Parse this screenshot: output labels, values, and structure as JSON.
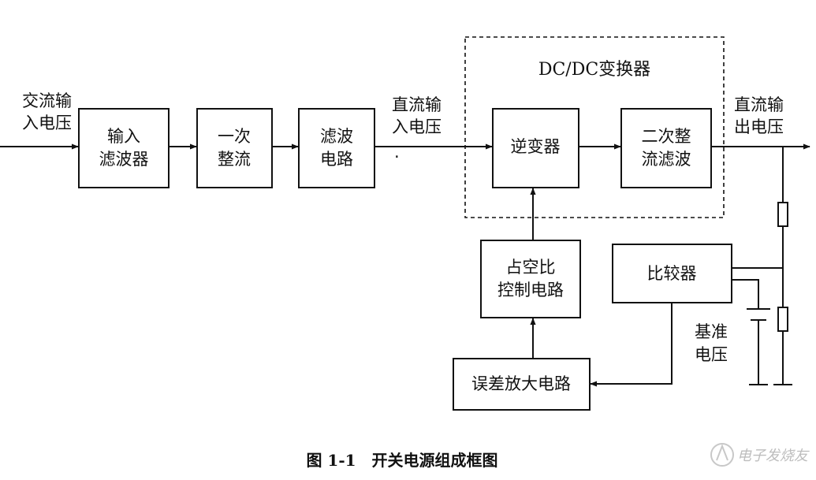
{
  "inputs": {
    "ac_input": [
      "交流输",
      "入电压"
    ],
    "dc_input": [
      "直流输",
      "入电压"
    ],
    "dc_output": [
      "直流输",
      "出电压"
    ],
    "reference": [
      "基准",
      "电压"
    ]
  },
  "blocks": {
    "input_filter": [
      "输入",
      "滤波器"
    ],
    "primary_rectifier": [
      "一次",
      "整流"
    ],
    "filter_circuit": [
      "滤波",
      "电路"
    ],
    "inverter": [
      "逆变器"
    ],
    "secondary_rectifier": [
      "二次整",
      "流滤波"
    ],
    "duty_control": [
      "占空比",
      "控制电路"
    ],
    "comparator": [
      "比较器"
    ],
    "error_amp": [
      "误差放大电路"
    ]
  },
  "dcdc_label": "DC/DC变换器",
  "dot": "·",
  "caption": "图 1-1　开关电源组成框图",
  "watermark": "电子发烧友"
}
